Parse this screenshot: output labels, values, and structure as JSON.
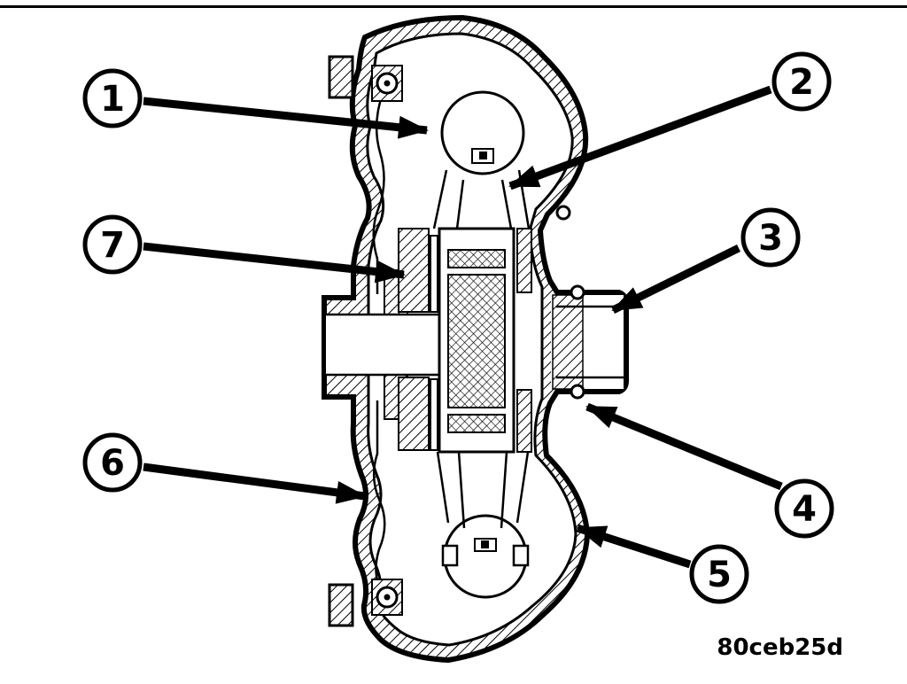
{
  "figure": {
    "code": "80ceb25d",
    "callouts": [
      {
        "label": "1"
      },
      {
        "label": "2"
      },
      {
        "label": "3"
      },
      {
        "label": "4"
      },
      {
        "label": "5"
      },
      {
        "label": "6"
      },
      {
        "label": "7"
      }
    ]
  },
  "colors": {
    "ink": "#000000",
    "paper": "#ffffff"
  }
}
